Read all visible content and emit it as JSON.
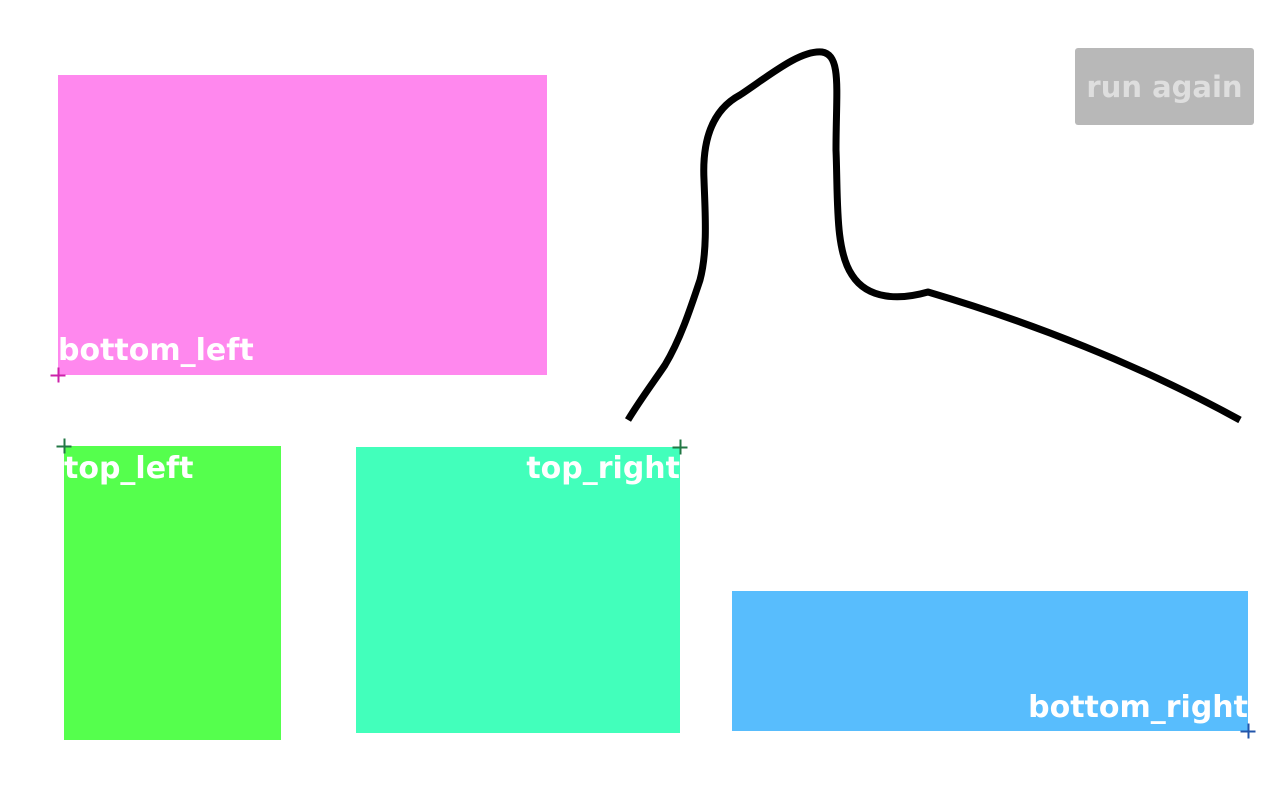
{
  "boxes": {
    "bottom_left": {
      "label": "bottom_left",
      "color": "#ff88ee",
      "marker_color": "#cc22aa"
    },
    "top_left": {
      "label": "top_left",
      "color": "#55ff4d",
      "marker_color": "#227744"
    },
    "top_right": {
      "label": "top_right",
      "color": "#42ffbb",
      "marker_color": "#227744"
    },
    "bottom_right": {
      "label": "bottom_right",
      "color": "#58bdfd",
      "marker_color": "#2255aa"
    }
  },
  "run_again": {
    "label": "run again",
    "background": "#b8b8b8",
    "text_color": "#dedede"
  },
  "stroke": {
    "color": "#000000"
  }
}
